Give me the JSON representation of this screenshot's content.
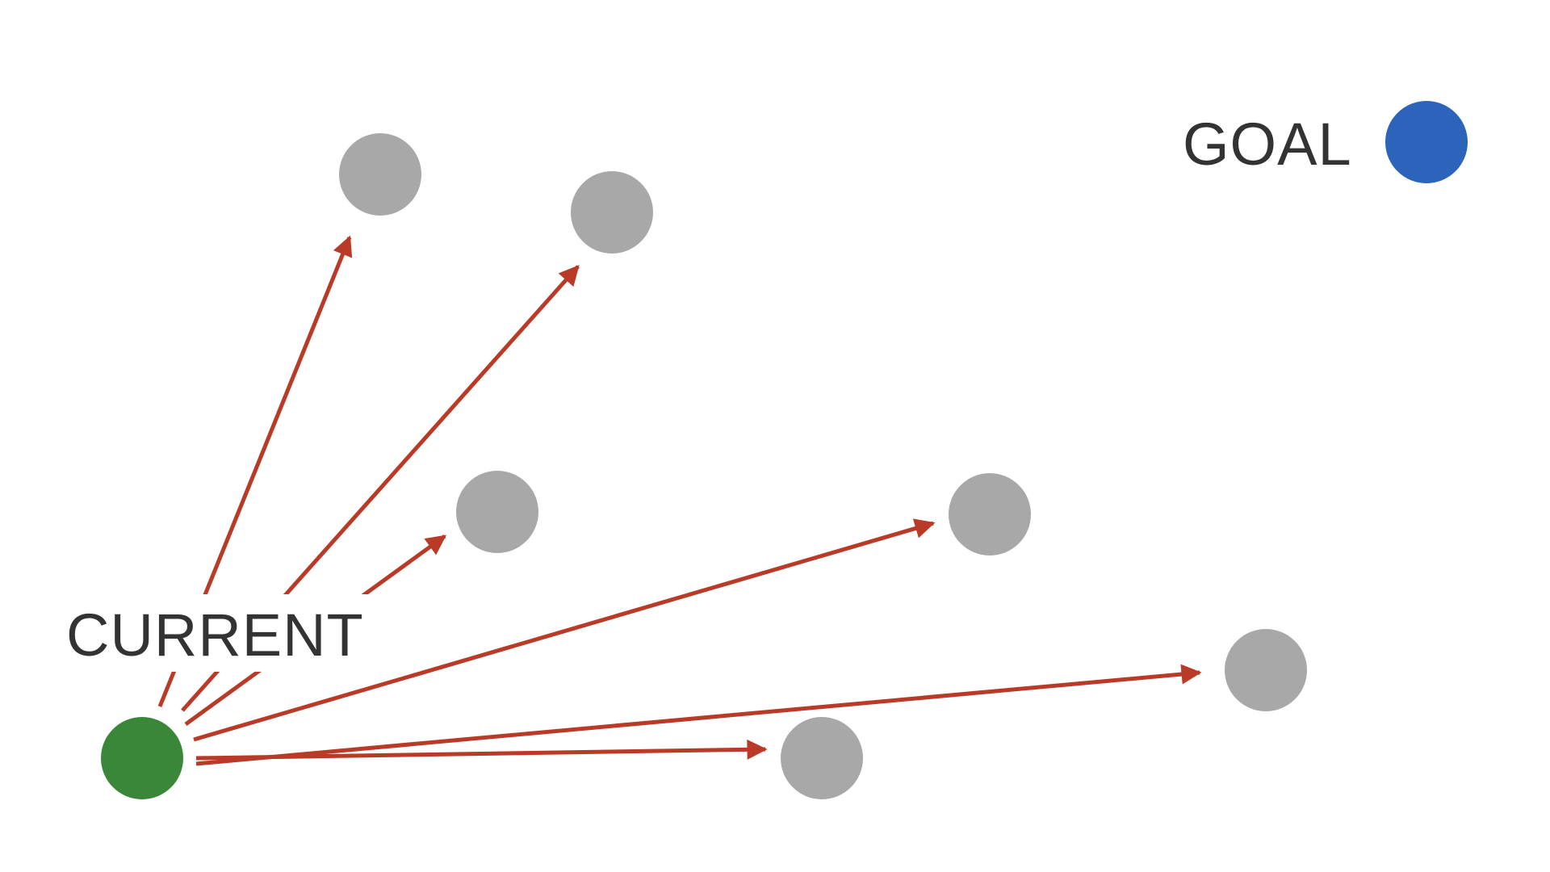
{
  "labels": {
    "current": "CURRENT",
    "goal": "GOAL"
  },
  "colors": {
    "background": "#ffffff",
    "current_node": "#3a873a",
    "goal_node": "#2b64ba",
    "candidate_node": "#a7a8a7",
    "arrow": "#b93a27",
    "label_text": "#333333"
  },
  "nodes": [
    {
      "id": "current",
      "role": "current"
    },
    {
      "id": "goal",
      "role": "goal"
    },
    {
      "id": "candidate-1",
      "role": "candidate"
    },
    {
      "id": "candidate-2",
      "role": "candidate"
    },
    {
      "id": "candidate-3",
      "role": "candidate"
    },
    {
      "id": "candidate-4",
      "role": "candidate"
    },
    {
      "id": "candidate-5",
      "role": "candidate"
    },
    {
      "id": "candidate-6",
      "role": "candidate"
    }
  ],
  "edges": [
    {
      "from": "current",
      "to": "candidate-1"
    },
    {
      "from": "current",
      "to": "candidate-2"
    },
    {
      "from": "current",
      "to": "candidate-3"
    },
    {
      "from": "current",
      "to": "candidate-4"
    },
    {
      "from": "current",
      "to": "candidate-5"
    },
    {
      "from": "current",
      "to": "candidate-6"
    }
  ]
}
